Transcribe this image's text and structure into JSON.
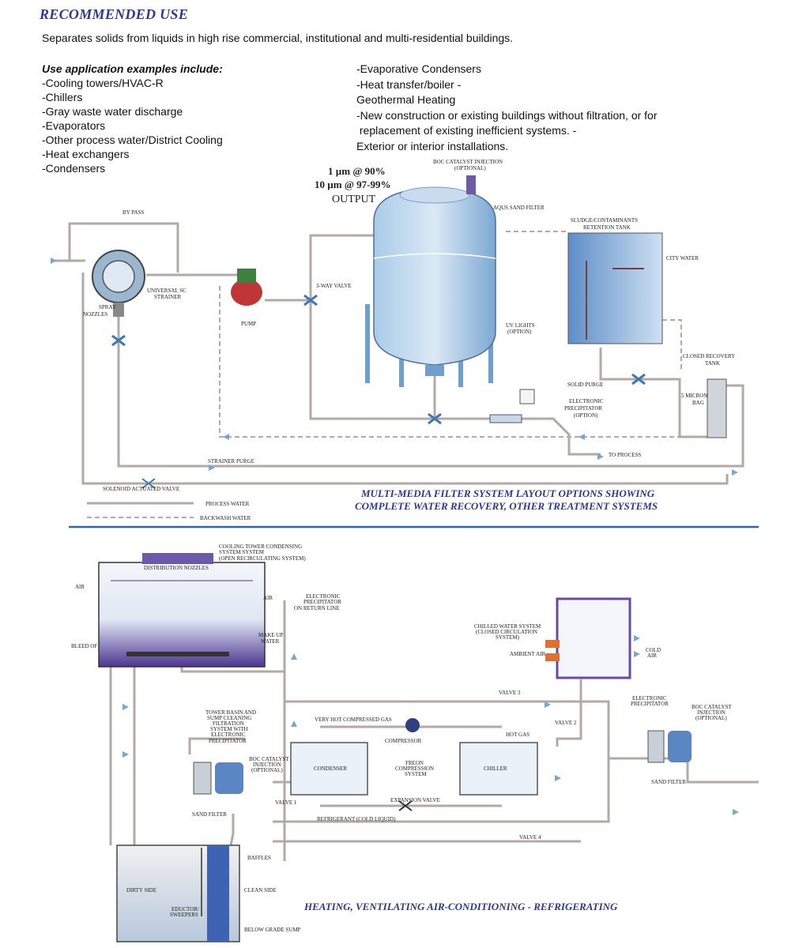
{
  "heading": "RECOMMENDED USE",
  "intro": "Separates solids from liquids in high rise commercial, institutional and multi-residential buildings.",
  "left_column": {
    "lead": "Use application examples include:",
    "items": [
      "-Cooling towers/HVAC-R",
      "-Chillers",
      "-Gray waste water discharge",
      "-Evaporators",
      "-Other process water/District Cooling",
      "-Heat exchangers",
      "-Condensers"
    ]
  },
  "right_column": {
    "items": [
      "-Evaporative Condensers",
      "-Heat transfer/boiler -",
      "Geothermal Heating",
      "-New construction or existing buildings without filtration, or for",
      " replacement of existing inefficient systems. -",
      "Exterior or interior installations."
    ]
  },
  "diagram1": {
    "output_line1": "1 µm @ 90%",
    "output_line2": "10 µm @ 97-99%",
    "output_line3": "OUTPUT",
    "boc_catalyst": "BOC CATALYST INJECTION",
    "boc_optional": "(OPTIONAL)",
    "aqus_sand_filter": "AQUS SAND FILTER",
    "bypass": "BY PASS",
    "sludge_tank1": "SLUDGE/CONTAMINANTS",
    "sludge_tank2": "RETENTION TANK",
    "city_water": "CITY WATER",
    "universal_sc1": "UNIVERSAL SC",
    "universal_sc2": "STRAINER",
    "spray1": "SPRAY",
    "spray2": "NOZZLES",
    "three_way_valve": "3-WAY VALVE",
    "pump": "PUMP",
    "uv1": "UV LIGHTS",
    "uv2": "(OPTION)",
    "closed_recovery1": "CLOSED RECOVERY",
    "closed_recovery2": "TANK",
    "solid_purge": "SOLID PURGE",
    "five_micron1": "5 MICRON",
    "five_micron2": "BAG",
    "elec_precip1": "ELECTRONIC",
    "elec_precip2": "PRECIPITATOR",
    "elec_precip3": "(OPTION)",
    "to_process": "TO PROCESS",
    "strainer_purge": "STRAINER PURGE",
    "solenoid": "SOLENOID ACTUATED VALVE",
    "legend_process": "PROCESS WATER",
    "legend_backwash": "BACKWASH WATER",
    "caption1": "MULTI-MEDIA FILTER SYSTEM LAYOUT OPTIONS SHOWING",
    "caption2": "COMPLETE WATER RECOVERY, OTHER TREATMENT SYSTEMS"
  },
  "diagram2": {
    "tower1": "COOLING TOWER CONDENSING",
    "tower2": "SYSTEM SYSTEM",
    "tower3": "(OPEN RECIRCULATING SYSTEM)",
    "distribution": "DISTRIBUTION NOZZLES",
    "air_left": "AIR",
    "air_right": "AIR",
    "elec_return1": "ELECTRONIC",
    "elec_return2": "PRECIPITATOR",
    "elec_return3": "ON RETURN LINE",
    "bleed_off": "BLEED OF",
    "makeup1": "MAKE UP",
    "makeup2": "WATER",
    "chilled1": "CHILLED WATER SYSTEM",
    "chilled2": "(CLOSED CIRCULATION",
    "chilled3": "SYSTEM)",
    "ambient_air": "AMBIENT AIR",
    "cold_air1": "COLD",
    "cold_air2": "AIR",
    "valve3": "VALVE 3",
    "valve2": "VALVE 2",
    "valve1": "VALVE 1",
    "valve4": "VALVE 4",
    "elec_precip_r1": "ELECTRONIC",
    "elec_precip_r2": "PRECIPITATOR",
    "boc_r1": "BOC CATALYST",
    "boc_r2": "INJECTION",
    "boc_r3": "(OPTIONAL)",
    "very_hot": "VERY HOT COMPRESSED GAS",
    "compressor": "COMPRESSOR",
    "hot_gas": "HOT GAS",
    "tower_basin1": "TOWER BASIN AND",
    "tower_basin2": "SUMP CLEANING",
    "tower_basin3": "FILTRATION",
    "tower_basin4": "SYSTEM WITH",
    "tower_basin5": "ELECTRONIC",
    "tower_basin6": "PRECIPITATOR",
    "boc_l1": "BOC CATALYST",
    "boc_l2": "INJECTION",
    "boc_l3": "(OPTIONAL)",
    "condenser": "CONDENSER",
    "freon1": "FREON",
    "freon2": "COMPRESSION",
    "freon3": "SYSTEM",
    "chiller": "CHILLER",
    "sand_filter_l": "SAND FILTER",
    "sand_filter_r": "SAND FILTER",
    "expansion": "EXPANSION VALVE",
    "refrigerant": "REFRIGERANT (COLD LIQUID)",
    "baffles": "BAFFLES",
    "dirty": "DIRTY SIDE",
    "clean": "CLEAN SIDE",
    "eductor1": "EDUCTOR/",
    "eductor2": "SWEEPERS",
    "below_grade": "BELOW GRADE SUMP",
    "caption": "HEATING, VENTILATING AIR-CONDITIONING - REFRIGERATING"
  },
  "colors": {
    "heading": "#2b3990",
    "pipe": "#b3a9a6",
    "tank_blue": "#6f9fd0",
    "tower_purple": "#5a3f9a"
  }
}
